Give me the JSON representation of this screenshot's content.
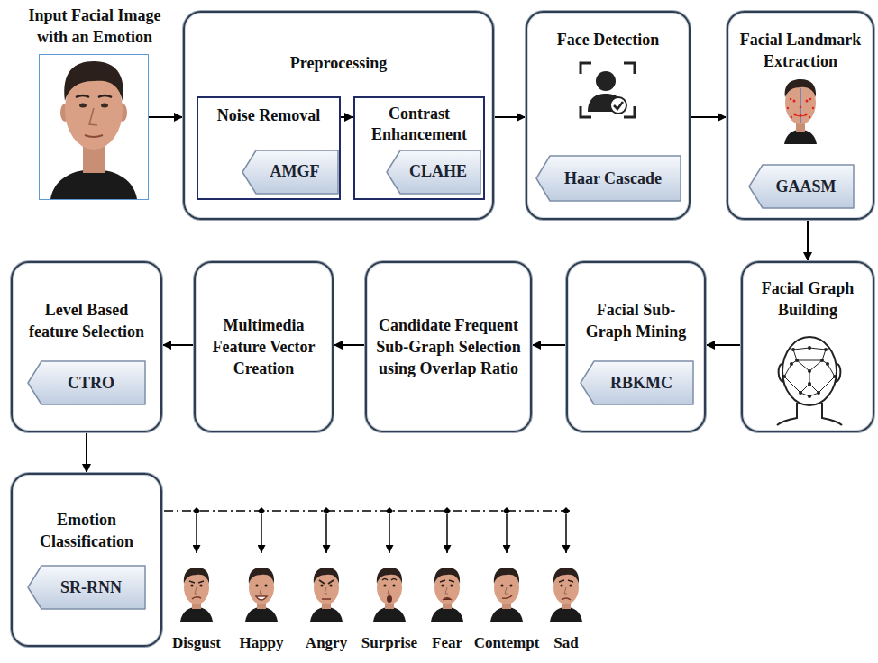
{
  "diagram": {
    "nodes": [
      {
        "text": [
          "Input Facial Image with an Emotion"
        ]
      },
      {
        "text": [
          "Preprocessing"
        ]
      },
      {
        "text": [
          "Noise Removal"
        ],
        "in": 1
      },
      {
        "text": [
          "AMGF"
        ],
        "in": 2
      },
      {
        "text": [
          "Contrast Enhancement"
        ],
        "in": 1
      },
      {
        "text": [
          "CLAHE"
        ],
        "in": 4
      },
      {
        "text": [
          "Face Detection"
        ]
      },
      {
        "text": [
          "Haar Cascade"
        ],
        "in": 6
      },
      {
        "text": [
          "Facial Landmark Extraction"
        ]
      },
      {
        "text": [
          "GAASM"
        ],
        "in": 8
      },
      {
        "text": [
          "Facial Graph Building"
        ]
      },
      {
        "text": [
          "Facial Sub-Graph Mining"
        ]
      },
      {
        "text": [
          "RBKMC"
        ],
        "in": 11
      },
      {
        "text": [
          "Candidate Frequent Sub-Graph Selection using Overlap Ratio"
        ]
      },
      {
        "text": [
          "Multimedia Feature Vector Creation"
        ]
      },
      {
        "text": [
          "Level Based feature Selection"
        ]
      },
      {
        "text": [
          "CTRO"
        ],
        "in": 15
      },
      {
        "text": [
          "Emotion Classification"
        ]
      },
      {
        "text": [
          "SR-RNN"
        ],
        "in": 17
      }
    ],
    "edges": [
      {
        "from": 0,
        "to": 1,
        "arrow": "to"
      },
      {
        "from": 2,
        "to": 4,
        "arrow": "to"
      },
      {
        "from": 1,
        "to": 6,
        "arrow": "to"
      },
      {
        "from": 6,
        "to": 8,
        "arrow": "to"
      },
      {
        "from": 8,
        "to": 10,
        "arrow": "to"
      },
      {
        "from": 10,
        "to": 11,
        "arrow": "to"
      },
      {
        "from": 11,
        "to": 13,
        "arrow": "to"
      },
      {
        "from": 13,
        "to": 14,
        "arrow": "to"
      },
      {
        "from": 14,
        "to": 15,
        "arrow": "to"
      },
      {
        "from": 15,
        "to": 17,
        "arrow": "to"
      }
    ],
    "labels": [
      "Disgust",
      "Happy",
      "Angry",
      "Surprise",
      "Fear",
      "Contempt",
      "Sad"
    ]
  }
}
